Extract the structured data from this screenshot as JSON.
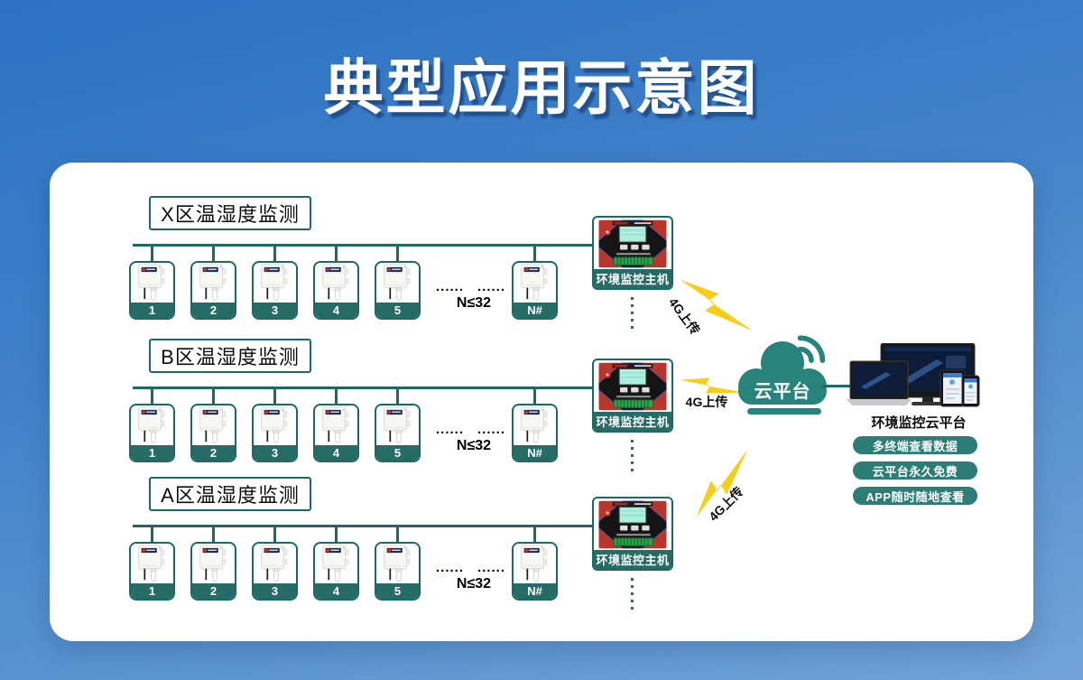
{
  "title": "典型应用示意图",
  "rows": [
    {
      "label": "X区温湿度监测",
      "sensors": [
        "1",
        "2",
        "3",
        "4",
        "5"
      ],
      "dots": "......",
      "capacity": "N≤32",
      "last": "N#",
      "host": "环境监控主机"
    },
    {
      "label": "B区温湿度监测",
      "sensors": [
        "1",
        "2",
        "3",
        "4",
        "5"
      ],
      "dots": "......",
      "capacity": "N≤32",
      "last": "N#",
      "host": "环境监控主机"
    },
    {
      "label": "A区温湿度监测",
      "sensors": [
        "1",
        "2",
        "3",
        "4",
        "5"
      ],
      "dots": "......",
      "capacity": "N≤32",
      "last": "N#",
      "host": "环境监控主机"
    }
  ],
  "uplinks": {
    "top": "4G上传",
    "middle": "4G上传",
    "bottom": "4G上传"
  },
  "cloud": {
    "label": "云平台"
  },
  "platform": {
    "title": "环境监控云平台",
    "features": [
      "多终端查看数据",
      "云平台永久免费",
      "APP随时随地查看"
    ]
  },
  "colors": {
    "teal": "#276b66",
    "cloud_teal": "#28837c",
    "line": "#1a6b64",
    "bolt_yellow": "#f7ce17",
    "background_top": "#2b72c3",
    "background_bottom": "#71a3d7"
  }
}
